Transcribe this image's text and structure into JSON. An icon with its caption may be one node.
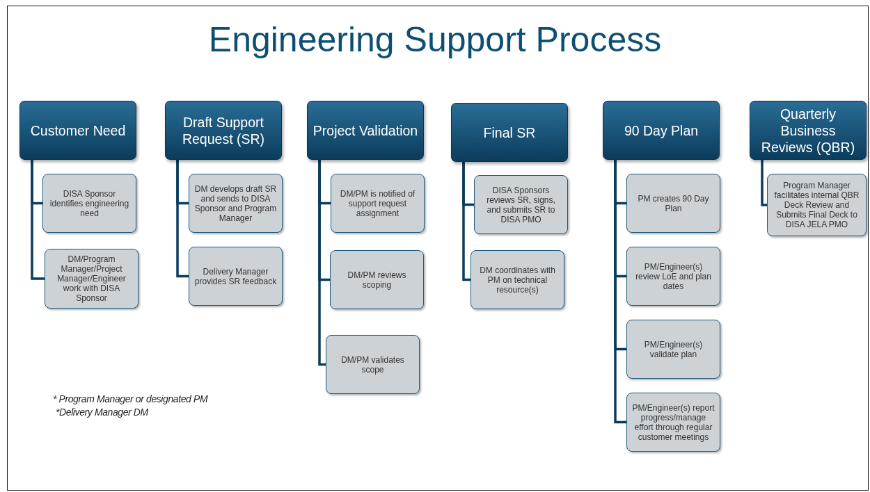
{
  "diagram": {
    "title": "Engineering Support Process",
    "nodes": [
      {
        "text": [
          "Customer Need"
        ]
      },
      {
        "text": [
          "DISA Sponsor identifies engineering need"
        ]
      },
      {
        "text": [
          "DM/Program Manager/Project Manager/Engineer work with DISA Sponsor"
        ]
      },
      {
        "text": [
          "Draft Support Request (SR)"
        ]
      },
      {
        "text": [
          "DM develops draft SR and sends to DISA Sponsor and Program Manager"
        ]
      },
      {
        "text": [
          "Delivery Manager provides SR feedback"
        ]
      },
      {
        "text": [
          "Project Validation"
        ]
      },
      {
        "text": [
          "DM/PM is notified of support request assignment"
        ]
      },
      {
        "text": [
          "DM/PM reviews scoping"
        ]
      },
      {
        "text": [
          "DM/PM validates scope"
        ]
      },
      {
        "text": [
          "Final SR"
        ]
      },
      {
        "text": [
          "DISA Sponsors reviews SR, signs, and submits SR to DISA PMO"
        ]
      },
      {
        "text": [
          "DM coordinates with PM on technical resource(s)"
        ]
      },
      {
        "text": [
          "90 Day Plan"
        ]
      },
      {
        "text": [
          "PM creates 90 Day Plan"
        ]
      },
      {
        "text": [
          "PM/Engineer(s) review LoE and plan dates"
        ]
      },
      {
        "text": [
          "PM/Engineer(s) validate plan"
        ]
      },
      {
        "text": [
          "PM/Engineer(s) report progress/manage effort through regular customer meetings"
        ]
      },
      {
        "text": [
          "Quarterly Business Reviews (QBR)"
        ]
      },
      {
        "text": [
          "Program Manager facilitates internal QBR Deck Review and Submits Final Deck to DISA JELA PMO"
        ]
      }
    ],
    "edges": [
      {
        "from": 0,
        "to": 1,
        "arrow": "none"
      },
      {
        "from": 0,
        "to": 2,
        "arrow": "none"
      },
      {
        "from": 3,
        "to": 4,
        "arrow": "none"
      },
      {
        "from": 3,
        "to": 5,
        "arrow": "none"
      },
      {
        "from": 6,
        "to": 7,
        "arrow": "none"
      },
      {
        "from": 6,
        "to": 8,
        "arrow": "none"
      },
      {
        "from": 6,
        "to": 9,
        "arrow": "none"
      },
      {
        "from": 10,
        "to": 11,
        "arrow": "none"
      },
      {
        "from": 10,
        "to": 12,
        "arrow": "none"
      },
      {
        "from": 13,
        "to": 14,
        "arrow": "none"
      },
      {
        "from": 13,
        "to": 15,
        "arrow": "none"
      },
      {
        "from": 13,
        "to": 16,
        "arrow": "none"
      },
      {
        "from": 13,
        "to": 17,
        "arrow": "none"
      },
      {
        "from": 18,
        "to": 19,
        "arrow": "none"
      }
    ],
    "labels": [
      "* Program Manager or designated PM",
      "*Delivery Manager DM"
    ]
  }
}
